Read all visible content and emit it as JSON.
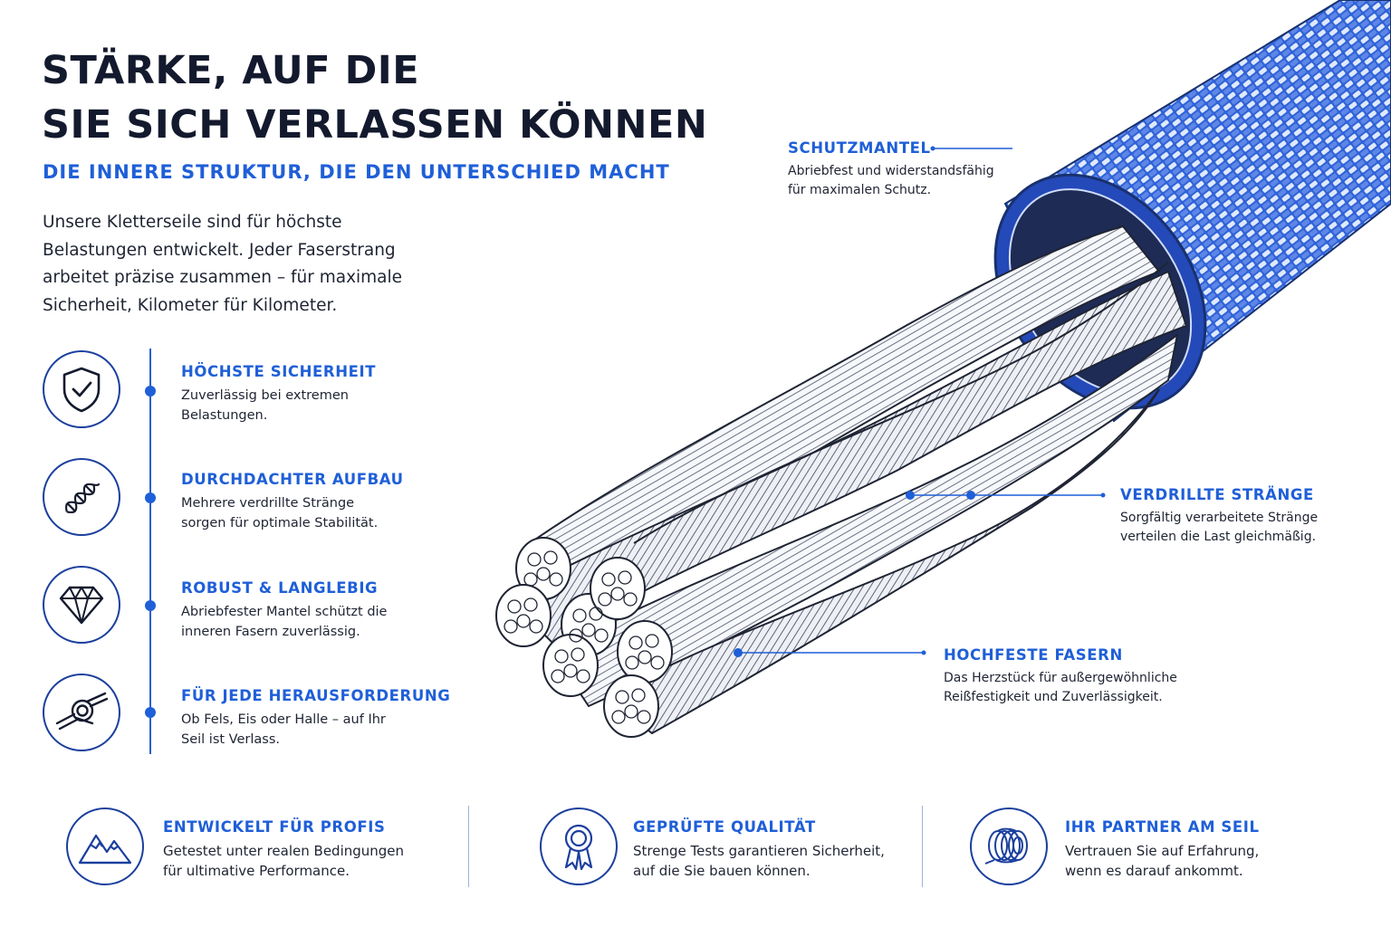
{
  "header": {
    "title_line1": "STÄRKE, AUF DIE",
    "title_line2": "SIE SICH VERLASSEN KÖNNEN",
    "subtitle": "DIE INNERE STRUKTUR, DIE DEN UNTERSCHIED MACHT",
    "intro": "Unsere Kletterseile sind für höchste Belastungen entwickelt. Jeder Faserstrang arbeitet präzise zusammen – für maximale Sicherheit, Kilometer für Kilometer."
  },
  "features": [
    {
      "icon": "shield-check-icon",
      "title": "HÖCHSTE SICHERHEIT",
      "desc_line1": "Zuverlässig bei extremen",
      "desc_line2": "Belastungen."
    },
    {
      "icon": "twisted-rope-icon",
      "title": "DURCHDACHTER AUFBAU",
      "desc_line1": "Mehrere verdrillte Stränge",
      "desc_line2": "sorgen für optimale Stabilität."
    },
    {
      "icon": "diamond-icon",
      "title": "ROBUST & LANGLEBIG",
      "desc_line1": "Abriebfester Mantel schützt die",
      "desc_line2": "inneren Fasern zuverlässig."
    },
    {
      "icon": "knot-icon",
      "title": "FÜR JEDE HERAUSFORDERUNG",
      "desc_line1": "Ob Fels, Eis oder Halle – auf Ihr",
      "desc_line2": "Seil ist Verlass."
    }
  ],
  "callouts": {
    "schutzmantel": {
      "title": "SCHUTZMANTEL",
      "desc_line1": "Abriebfest und widerstandsfähig",
      "desc_line2": "für maximalen Schutz."
    },
    "straenge": {
      "title": "VERDRILLTE STRÄNGE",
      "desc_line1": "Sorgfältig verarbeitete Stränge",
      "desc_line2": "verteilen die Last gleichmäßig."
    },
    "fasern": {
      "title": "HOCHFESTE FASERN",
      "desc_line1": "Das Herzstück für außergewöhnliche",
      "desc_line2": "Reißfestigkeit und Zuverlässigkeit."
    }
  },
  "bottom": [
    {
      "icon": "mountains-icon",
      "title": "ENTWICKELT FÜR PROFIS",
      "desc_line1": "Getestet unter realen Bedingungen",
      "desc_line2": "für ultimative Performance."
    },
    {
      "icon": "award-ribbon-icon",
      "title": "GEPRÜFTE QUALITÄT",
      "desc_line1": "Strenge Tests garantieren Sicherheit,",
      "desc_line2": "auf die Sie bauen können."
    },
    {
      "icon": "rope-coil-icon",
      "title": "IHR PARTNER AM SEIL",
      "desc_line1": "Vertrauen Sie auf Erfahrung,",
      "desc_line2": "wenn es darauf ankommt."
    }
  ],
  "colors": {
    "accent": "#1f5fd8",
    "navy": "#1b3f9e",
    "sheath": "#2f62d8",
    "text": "#141a2e"
  }
}
